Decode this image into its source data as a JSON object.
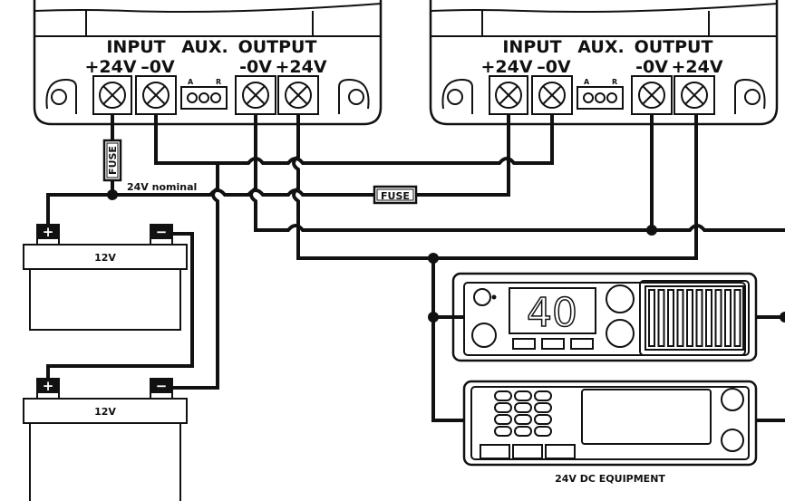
{
  "converters": [
    {
      "input_label": "INPUT",
      "aux_label": "AUX.",
      "output_label": "OUTPUT",
      "in_pos": "+24V",
      "in_neg": "–0V",
      "out_neg": "-0V",
      "out_pos": "+24V",
      "aux_a": "A",
      "aux_r": "R"
    },
    {
      "input_label": "INPUT",
      "aux_label": "AUX.",
      "output_label": "OUTPUT",
      "in_pos": "+24V",
      "in_neg": "–0V",
      "out_neg": "-0V",
      "out_pos": "+24V",
      "aux_a": "A",
      "aux_r": "R"
    }
  ],
  "fuse_vertical": "FUSE",
  "fuse_horizontal": "FUSE",
  "nominal_label": "24V nominal",
  "batteries": [
    {
      "label": "12V",
      "pos": "+",
      "neg": "−"
    },
    {
      "label": "12V",
      "pos": "+",
      "neg": "−"
    }
  ],
  "radio_display": "40",
  "equipment_label": "24V DC EQUIPMENT"
}
